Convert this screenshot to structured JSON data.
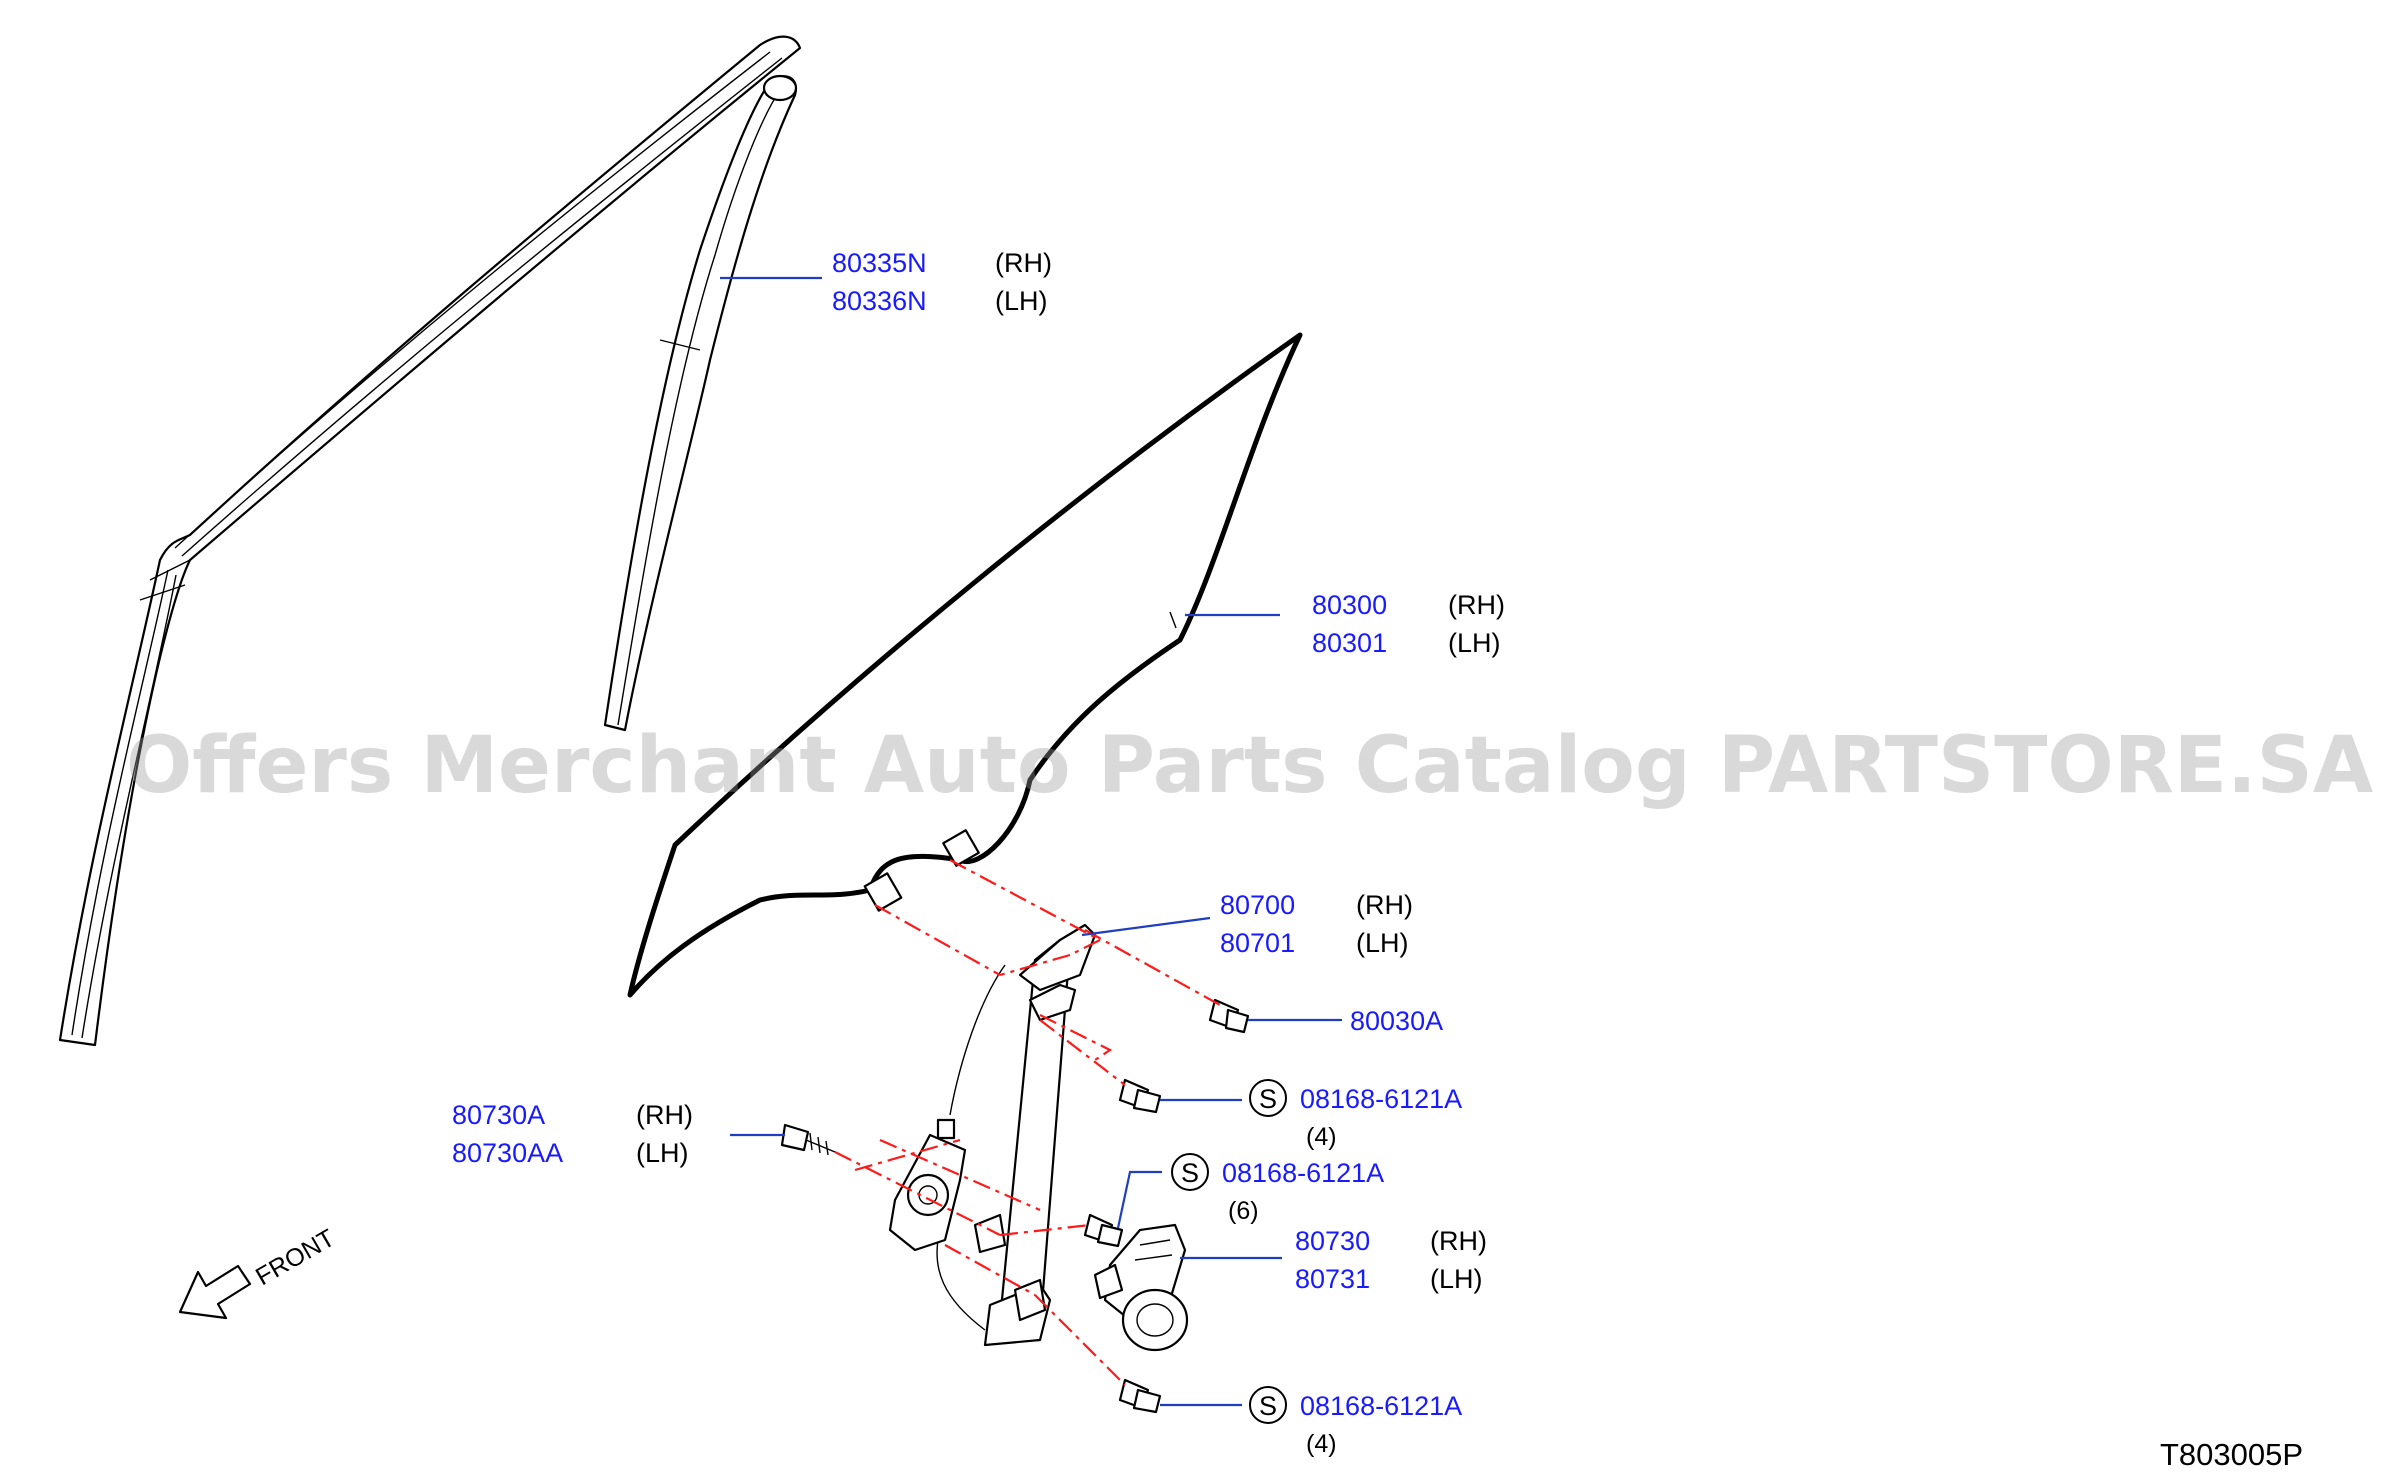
{
  "callouts": [
    {
      "id": "channel",
      "pn_rh": "80335N",
      "side_rh": "(RH)",
      "pn_lh": "80336N",
      "side_lh": "(LH)"
    },
    {
      "id": "glass",
      "pn_rh": "80300",
      "side_rh": "(RH)",
      "pn_lh": "80301",
      "side_lh": "(LH)"
    },
    {
      "id": "regulator",
      "pn_rh": "80700",
      "side_rh": "(RH)",
      "pn_lh": "80701",
      "side_lh": "(LH)"
    },
    {
      "id": "glass-bolt",
      "pn": "80030A"
    },
    {
      "id": "bolt-a",
      "symbol": "S",
      "pn": "08168-6121A",
      "qty": "(4)"
    },
    {
      "id": "bolt-b",
      "symbol": "S",
      "pn": "08168-6121A",
      "qty": "(6)"
    },
    {
      "id": "bolt-c",
      "symbol": "S",
      "pn": "08168-6121A",
      "qty": "(4)"
    },
    {
      "id": "motor",
      "pn_rh": "80730",
      "side_rh": "(RH)",
      "pn_lh": "80731",
      "side_lh": "(LH)"
    },
    {
      "id": "screw",
      "pn_rh": "80730A",
      "side_rh": "(RH)",
      "pn_lh": "80730AA",
      "side_lh": "(LH)"
    }
  ],
  "direction_label": "FRONT",
  "diagram_code": "T803005P",
  "watermark": "Offers Merchant Auto Parts Catalog PARTSTORE.SA",
  "colors": {
    "part_number": "#1a1aff",
    "leader": "#1f3fbf",
    "alignment_line": "#ff1a1a"
  }
}
